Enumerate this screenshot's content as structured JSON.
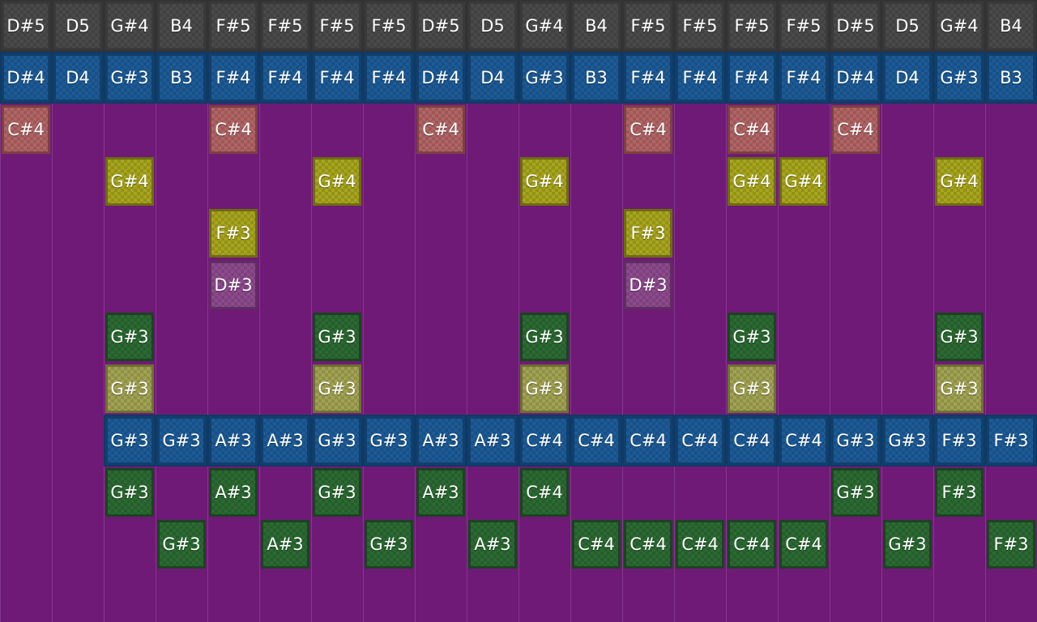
{
  "colors": {
    "background": "#6f1a77",
    "gray_band": "#333333",
    "blue_band": "#0e3a66"
  },
  "rows": [
    {
      "kind": "gray",
      "band": "#333333",
      "cells": [
        "D#5",
        "D5",
        "G#4",
        "B4",
        "F#5",
        "F#5",
        "F#5",
        "F#5",
        "D#5",
        "D5",
        "G#4",
        "B4",
        "F#5",
        "F#5",
        "F#5",
        "F#5",
        "D#5",
        "D5",
        "G#4",
        "B4"
      ]
    },
    {
      "kind": "blue",
      "band": "#0e3a66",
      "cells": [
        "D#4",
        "D4",
        "G#3",
        "B3",
        "F#4",
        "F#4",
        "F#4",
        "F#4",
        "D#4",
        "D4",
        "G#3",
        "B3",
        "F#4",
        "F#4",
        "F#4",
        "F#4",
        "D#4",
        "D4",
        "G#3",
        "B3"
      ]
    },
    {
      "kind": "red",
      "cells": [
        "C#4",
        null,
        null,
        null,
        "C#4",
        null,
        null,
        null,
        "C#4",
        null,
        null,
        null,
        "C#4",
        null,
        "C#4",
        null,
        "C#4",
        null,
        null,
        null
      ]
    },
    {
      "kind": "yellow",
      "cells": [
        null,
        null,
        "G#4",
        null,
        null,
        null,
        "G#4",
        null,
        null,
        null,
        "G#4",
        null,
        null,
        null,
        "G#4",
        "G#4",
        null,
        null,
        "G#4",
        null
      ]
    },
    {
      "kind": "yellow",
      "cells": [
        null,
        null,
        null,
        null,
        "F#3",
        null,
        null,
        null,
        null,
        null,
        null,
        null,
        "F#3",
        null,
        null,
        null,
        null,
        null,
        null,
        null
      ]
    },
    {
      "kind": "purple",
      "cells": [
        null,
        null,
        null,
        null,
        "D#3",
        null,
        null,
        null,
        null,
        null,
        null,
        null,
        "D#3",
        null,
        null,
        null,
        null,
        null,
        null,
        null
      ]
    },
    {
      "kind": "green",
      "cells": [
        null,
        null,
        "G#3",
        null,
        null,
        null,
        "G#3",
        null,
        null,
        null,
        "G#3",
        null,
        null,
        null,
        "G#3",
        null,
        null,
        null,
        "G#3",
        null
      ]
    },
    {
      "kind": "olive",
      "cells": [
        null,
        null,
        "G#3",
        null,
        null,
        null,
        "G#3",
        null,
        null,
        null,
        "G#3",
        null,
        null,
        null,
        "G#3",
        null,
        null,
        null,
        "G#3",
        null
      ]
    },
    {
      "kind": "blue",
      "band": "#0e3a66",
      "band_start": 2,
      "cells": [
        null,
        null,
        "G#3",
        "G#3",
        "A#3",
        "A#3",
        "G#3",
        "G#3",
        "A#3",
        "A#3",
        "C#4",
        "C#4",
        "C#4",
        "C#4",
        "C#4",
        "C#4",
        "G#3",
        "G#3",
        "F#3",
        "F#3"
      ]
    },
    {
      "kind": "green",
      "cells": [
        null,
        null,
        "G#3",
        null,
        "A#3",
        null,
        "G#3",
        null,
        "A#3",
        null,
        "C#4",
        null,
        null,
        null,
        null,
        null,
        "G#3",
        null,
        "F#3",
        null
      ]
    },
    {
      "kind": "green",
      "cells": [
        null,
        null,
        null,
        "G#3",
        null,
        "A#3",
        null,
        "G#3",
        null,
        "A#3",
        null,
        "C#4",
        "C#4",
        "C#4",
        "C#4",
        "C#4",
        null,
        "G#3",
        null,
        "F#3"
      ]
    },
    {
      "kind": "empty",
      "cells": []
    }
  ]
}
